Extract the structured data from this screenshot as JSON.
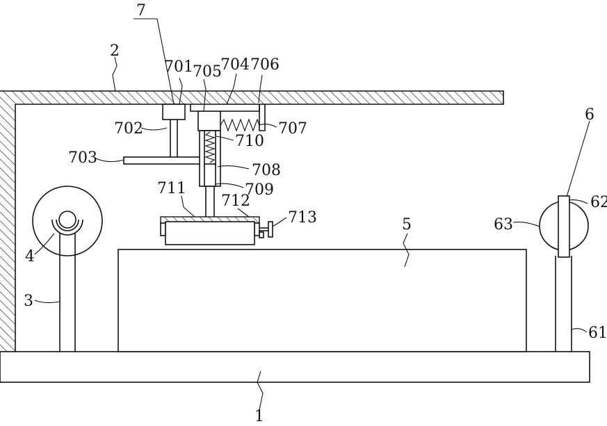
{
  "labels": {
    "l7": "7",
    "l2": "2",
    "l701": "701",
    "l705": "705",
    "l704": "704",
    "l706": "706",
    "l702": "702",
    "l707": "707",
    "l710": "710",
    "l703": "703",
    "l708": "708",
    "l711": "711",
    "l709": "709",
    "l712": "712",
    "l713": "713",
    "l5": "5",
    "l6": "6",
    "l62": "62",
    "l63": "63",
    "l4": "4",
    "l3": "3",
    "l61": "61",
    "l1": "1"
  }
}
